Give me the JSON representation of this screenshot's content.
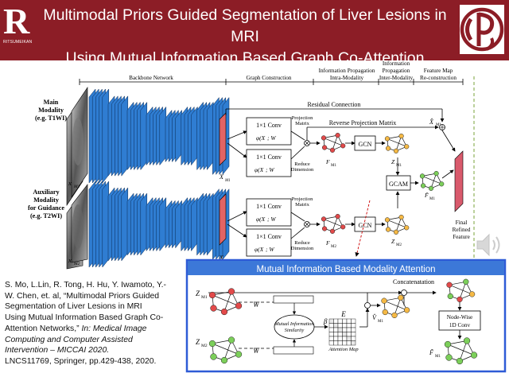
{
  "header": {
    "univ_logo_letter": "R",
    "univ_logo_text": "RITSUMEIKAN",
    "title_line1": "Multimodal Priors Guided Segmentation of Liver Lesions in MRI",
    "title_line2": "Using Mutual Information Based Graph Co-Attention Networks",
    "colors": {
      "header_bg": "#8c1d26",
      "title_text": "#ffffff"
    }
  },
  "figure": {
    "stage_labels": {
      "backbone": "Backbone Network",
      "graph_construction": "Graph Construction",
      "info_intra_1": "Information Propagation",
      "info_intra_2": "Intra-Modality",
      "info_inter_1": "Information",
      "info_inter_2": "Propagation",
      "info_inter_3": "Inter-Modality",
      "feature_map_1": "Feature Map",
      "feature_map_2": "Re-construction"
    },
    "main_modality": {
      "line1": "Main",
      "line2": "Modality",
      "line3": "(e.g. T1WI)",
      "x_symbol": "x",
      "x_sub": "M1"
    },
    "aux_modality": {
      "line1": "Auxiliary",
      "line2": "Modality",
      "line3": "for Guidance",
      "line4": "(e.g. T2WI)",
      "x_symbol": "x",
      "x_sub": "M2"
    },
    "residual_connection": "Residual Connection",
    "reverse_projection_matrix": "Reverse Projection Matrix",
    "projection_matrix_1": "Projection",
    "projection_matrix_2": "Matrix",
    "conv_label": "1×1  Conv",
    "phi_top": "φ(X",
    "phi_top_tail": "; W",
    "reduce_dimension_1": "Reduce",
    "reduce_dimension_2": "Dimension",
    "x_m1_feature": "X",
    "x_m1_feature_sub": "M1",
    "x_m2_feature": "X",
    "x_m2_feature_sub": "M2",
    "f_m1": "F",
    "f_m1_sub": "M1",
    "f_m2": "F",
    "f_m2_sub": "M2",
    "z_m1": "Z",
    "z_m1_sub": "M1",
    "z_m2": "Z",
    "z_m2_sub": "M2",
    "gcn": "GCN",
    "gcam": "GCAM",
    "f_tilde": "F̃",
    "f_tilde_sub": "M1",
    "x_hat": "X̂",
    "x_hat_sub": "M1",
    "final_1": "Final",
    "final_2": "Refined",
    "final_3": "Feature"
  },
  "inset": {
    "title": "Mutual Information Based Modality Attention",
    "concatenation": "Concatenatation",
    "z_m1": "Z",
    "z_m1_sub": "M1",
    "z_m2": "Z",
    "z_m2_sub": "M2",
    "w": "W",
    "mi_line1": "Mutual Information",
    "mi_line2": "Similarity",
    "e": "E",
    "beta": "β",
    "attention_map": "Attention Map",
    "v_m1": "V̂",
    "v_m1_sub": "M1",
    "node_wise_1": "Node-Wise",
    "node_wise_2": "1D Conv",
    "f_tilde": "F̃",
    "f_tilde_sub": "M1",
    "colors": {
      "border": "#2e5bd6",
      "title_bg": "#3c78d8",
      "title_text": "#ffffff"
    }
  },
  "reference": {
    "line1": "S. Mo, L.Lin, R. Tong, H. Hu, Y. Iwamoto, Y.-",
    "line2": "W. Chen, et. al, “Multimodal Priors Guided",
    "line3": "Segmentation of Liver Lesions in MRI",
    "line4": "Using Mutual Information Based Graph Co-",
    "line5": "Attention Networks,”",
    "line5_italic": " In: Medical Image",
    "line6": "Computing and Computer Assisted",
    "line7": "Intervention – MICCAI 2020.",
    "line8": "LNCS11769, Springer, pp.429-438, 2020."
  },
  "icons": [
    "ritsumeikan-logo",
    "cp-logo",
    "speaker-icon"
  ]
}
